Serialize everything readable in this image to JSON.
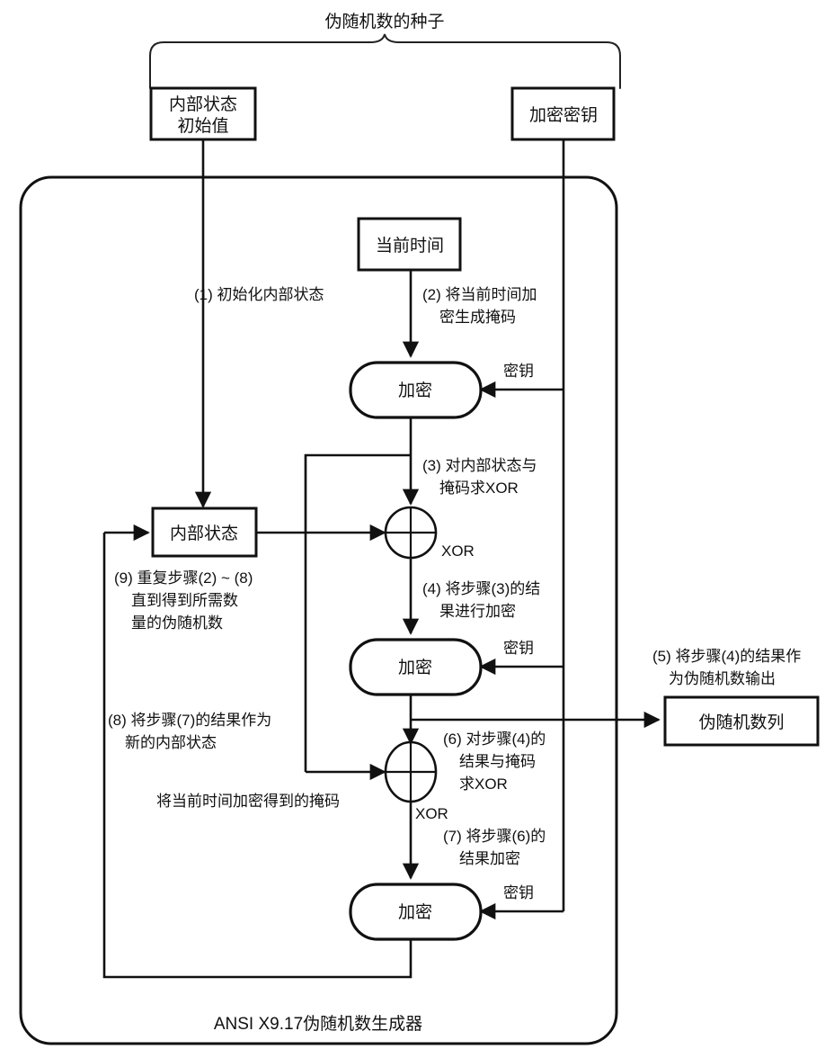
{
  "diagram": {
    "seed_label": "伪随机数的种子",
    "caption": "ANSI X9.17伪随机数生成器",
    "nodes": {
      "internal_state_init": "内部状态\n初始值",
      "internal_state_init_line1": "内部状态",
      "internal_state_init_line2": "初始值",
      "encryption_key": "加密密钥",
      "current_time": "当前时间",
      "encrypt_1": "加密",
      "encrypt_2": "加密",
      "encrypt_3": "加密",
      "internal_state": "内部状态",
      "output_sequence": "伪随机数列"
    },
    "xor_labels": {
      "upper": "XOR",
      "lower": "XOR"
    },
    "key_labels": {
      "key_1": "密钥",
      "key_2": "密钥",
      "key_3": "密钥"
    },
    "steps": {
      "s1": [
        "(1) 初始化内部状态"
      ],
      "s2": [
        "(2) 将当前时间加",
        "密生成掩码"
      ],
      "s3": [
        "(3) 对内部状态与",
        "掩码求XOR"
      ],
      "s4": [
        "(4) 将步骤(3)的结",
        "果进行加密"
      ],
      "s5": [
        "(5) 将步骤(4)的结果作",
        "为伪随机数输出"
      ],
      "s6": [
        "(6) 对步骤(4)的",
        "结果与掩码",
        "求XOR"
      ],
      "s7": [
        "(7) 将步骤(6)的",
        "结果加密"
      ],
      "s8": [
        "(8) 将步骤(7)的结果作为",
        "新的内部状态"
      ],
      "s9": [
        "(9) 重复步骤(2) ~ (8)",
        "直到得到所需数",
        "量的伪随机数"
      ],
      "mask_note": [
        "将当前时间加密得到的掩码"
      ]
    },
    "colors": {
      "ink": "#111111",
      "background": "#ffffff"
    }
  }
}
